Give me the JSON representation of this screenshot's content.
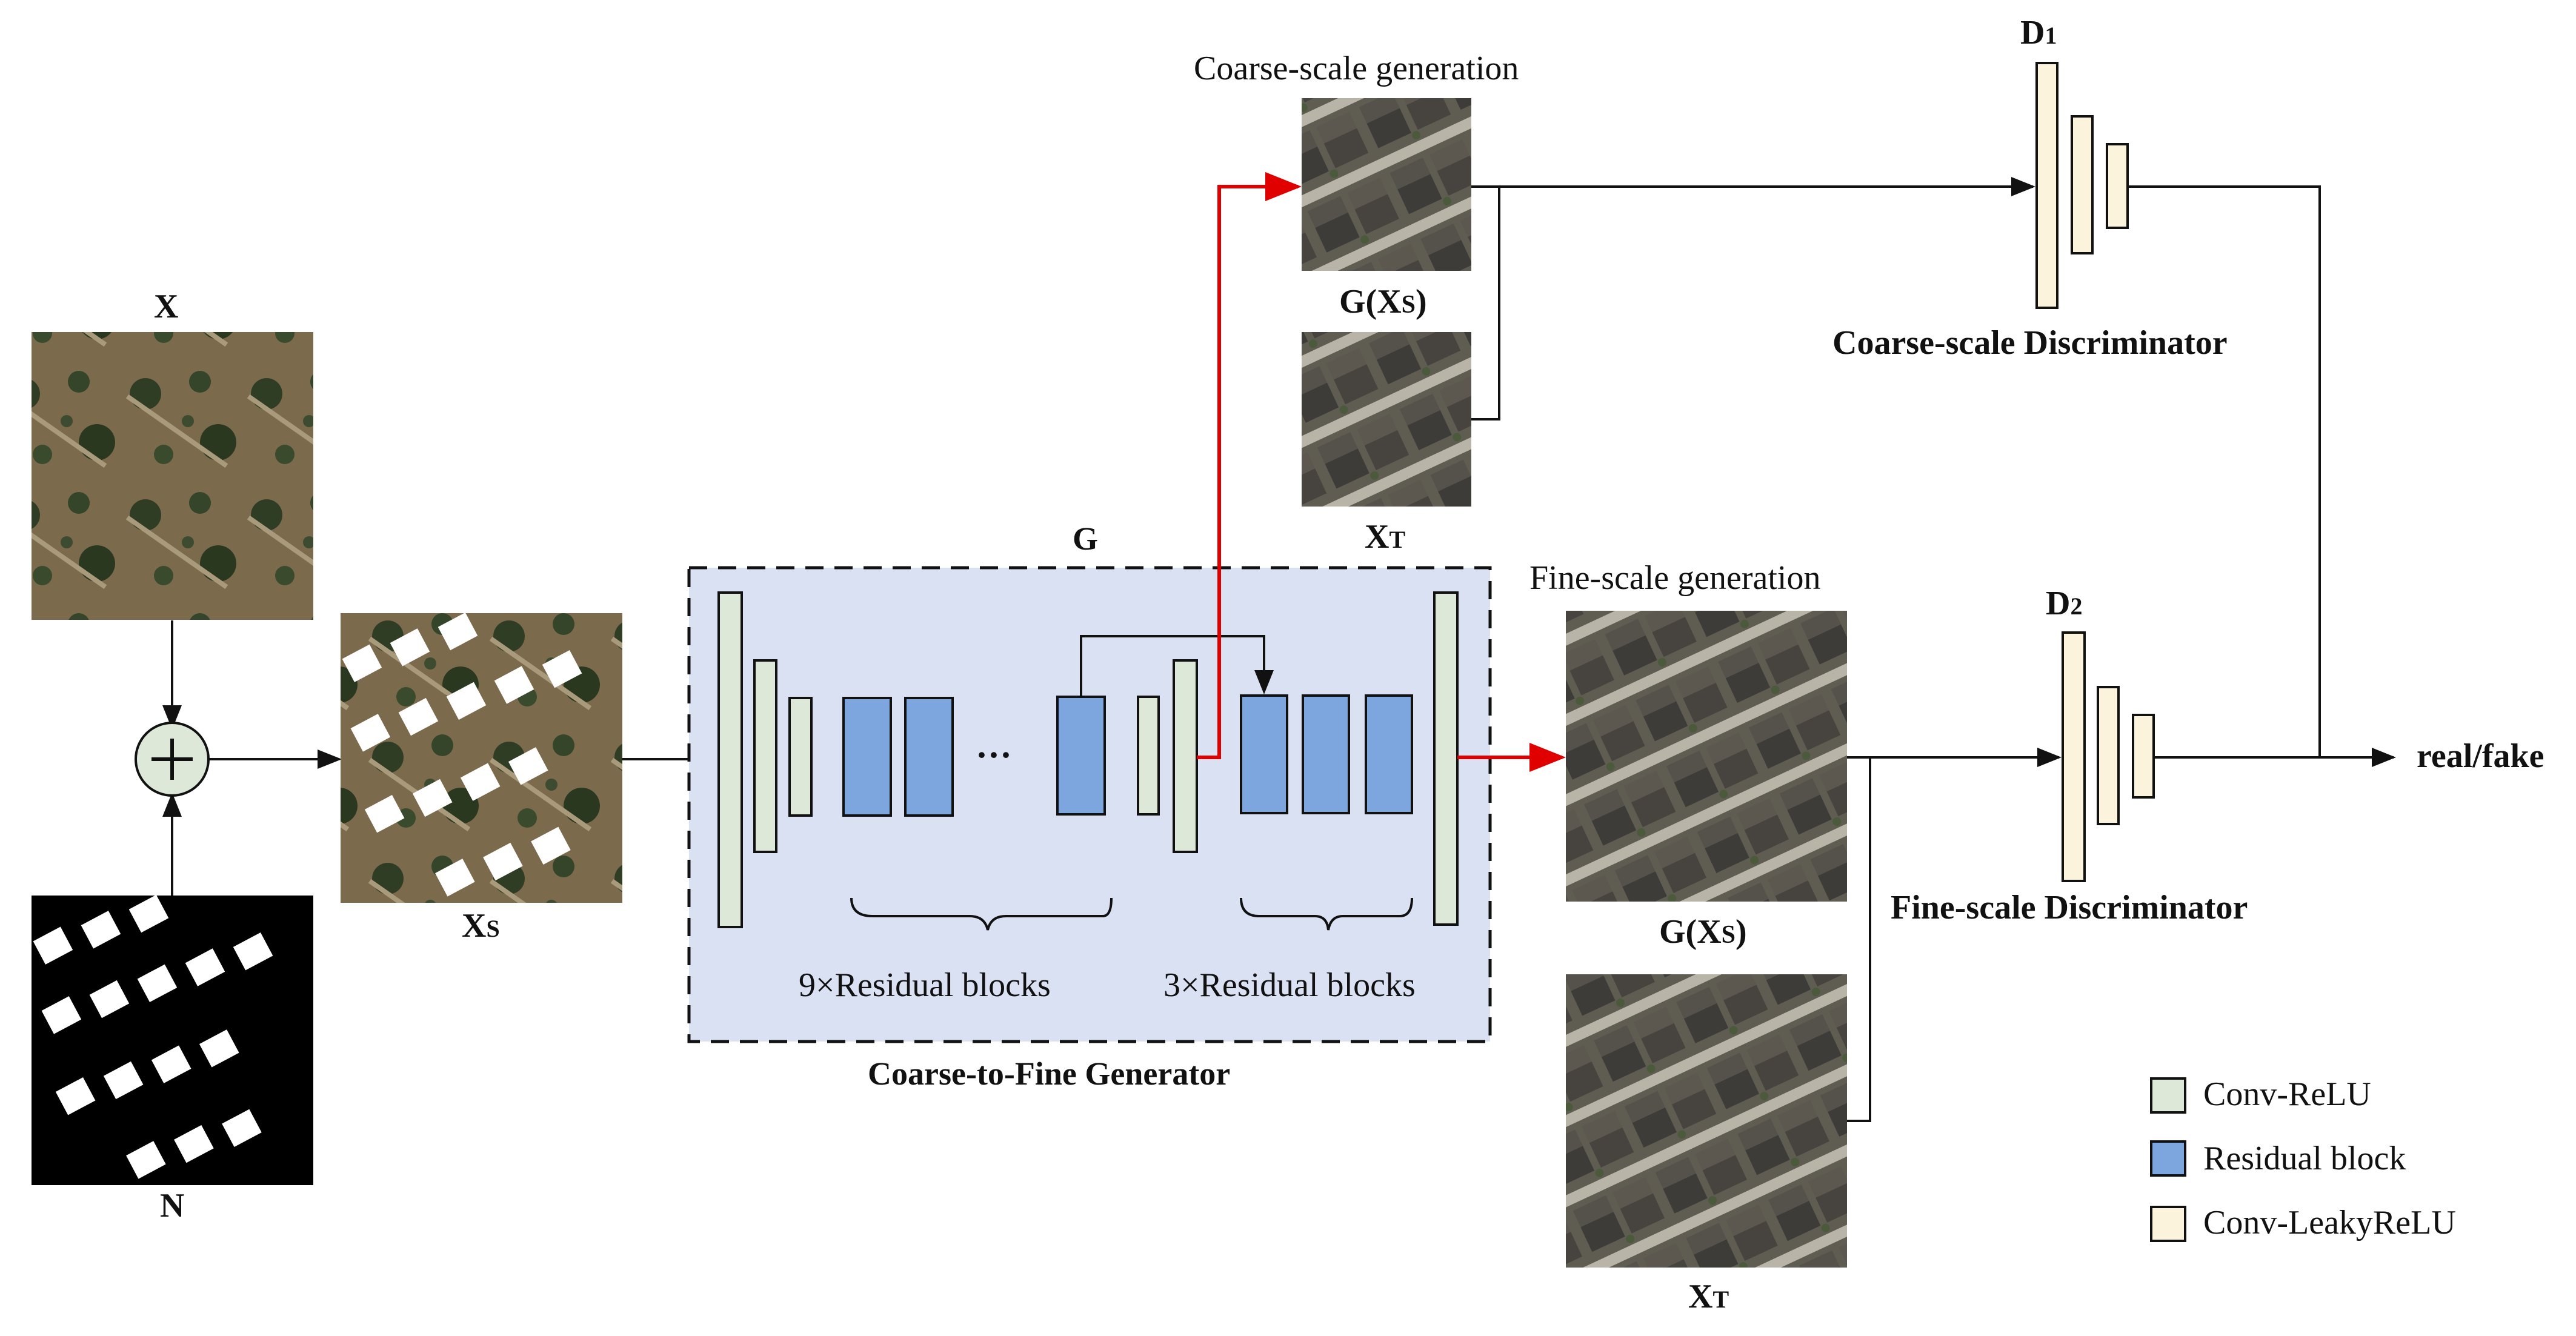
{
  "labels": {
    "x": "X",
    "n": "N",
    "xs": "X",
    "xs_sub": "S",
    "g": "G",
    "generator_title": "Coarse-to-Fine Generator",
    "res9": "9×Residual blocks",
    "res3": "3×Residual blocks",
    "ellipsis": "···",
    "coarse_gen_title": "Coarse-scale generation",
    "coarse_gxs": "G(X",
    "coarse_gxs_sub": "S",
    "coarse_gxs_close": ")",
    "coarse_xt": "X",
    "coarse_xt_sub": "T",
    "fine_gen_title": "Fine-scale generation",
    "fine_gxs": "G(X",
    "fine_gxs_sub": "S",
    "fine_gxs_close": ")",
    "fine_xt": "X",
    "fine_xt_sub": "T",
    "d1": "D",
    "d1_sub": "1",
    "d2": "D",
    "d2_sub": "2",
    "coarse_disc": "Coarse-scale Discriminator",
    "fine_disc": "Fine-scale Discriminator",
    "output": "real/fake"
  },
  "legend": [
    {
      "label": "Conv-ReLU",
      "color": "#dde8d8"
    },
    {
      "label": "Residual block",
      "color": "#7ea6de"
    },
    {
      "label": "Conv-LeakyReLU",
      "color": "#fbf3dc"
    }
  ],
  "colors": {
    "conv_relu": "#dde8d8",
    "residual": "#7ea6de",
    "leaky": "#fbf3dc",
    "generator_bg": "#d9e1f3",
    "red_arrow": "#e00000",
    "aerial_bg": "#6b6a5a",
    "field_bg": "#7d6b4c"
  },
  "icons": {
    "sum": "plus-circle-icon"
  }
}
